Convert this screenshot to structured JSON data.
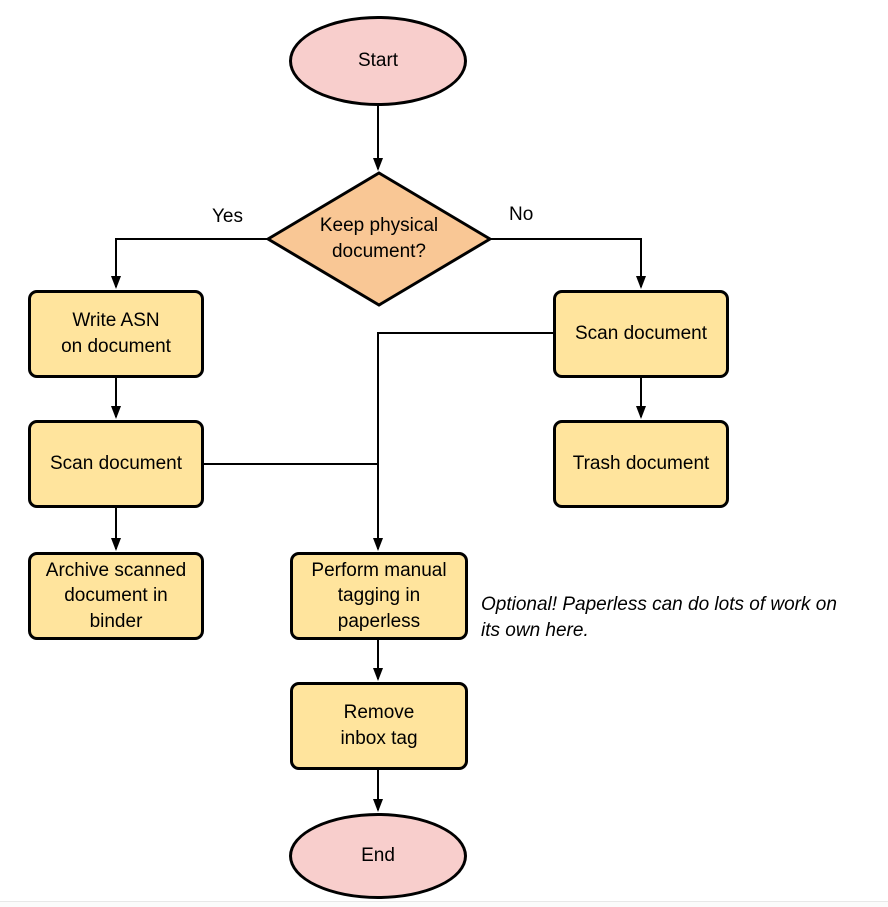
{
  "colors": {
    "pink": "#f8cecc",
    "yellow": "#ffe49d",
    "orange": "#f9c795",
    "line": "#000000"
  },
  "nodes": {
    "start": "Start",
    "decision": "Keep physical\ndocument?",
    "write_asn": "Write ASN\non document",
    "scan_left": "Scan document",
    "archive": "Archive scanned\ndocument in\nbinder",
    "scan_right": "Scan document",
    "trash": "Trash document",
    "tagging": "Perform manual\ntagging in\npaperless",
    "remove_inbox": "Remove\ninbox tag",
    "end": "End"
  },
  "edge_labels": {
    "yes": "Yes",
    "no": "No"
  },
  "note": {
    "text": "Optional! Paperless can do lots of work on\nits own here."
  }
}
